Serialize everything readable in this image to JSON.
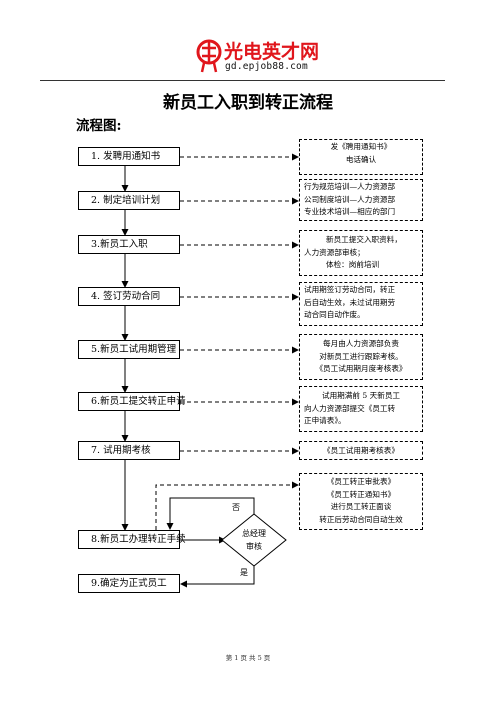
{
  "header": {
    "logo_text": "光电英才网",
    "logo_url": "gd.epjob88.com"
  },
  "document": {
    "title": "新员工入职到转正流程",
    "section_label": "流程图:"
  },
  "flowchart": {
    "steps": [
      {
        "label": "1. 发聘用通知书"
      },
      {
        "label": "2. 制定培训计划"
      },
      {
        "label": "3.新员工入职"
      },
      {
        "label": "4. 签订劳动合同"
      },
      {
        "label": "5.新员工试用期管理"
      },
      {
        "label": "6.新员工提交转正申请"
      },
      {
        "label": "7. 试用期考核"
      },
      {
        "label": "8.新员工办理转正手续"
      },
      {
        "label": "9.确定为正式员工"
      }
    ],
    "notes": [
      {
        "lines": [
          "发《聘用通知书》",
          "电话确认"
        ]
      },
      {
        "lines": [
          "行为规范培训—人力资源部",
          "公司制度培训—人力资源部",
          "专业技术培训—相应的部门"
        ]
      },
      {
        "lines": [
          "新员工提交入职资料，",
          "人力资源部审核；",
          "体检：岗前培训"
        ]
      },
      {
        "lines": [
          "试用期签订劳动合同，转正",
          "后自动生效，未过试用期劳",
          "动合同自动作废。"
        ]
      },
      {
        "lines": [
          "每月由人力资源部负责",
          "对新员工进行跟踪考核。",
          "《员工试用期月度考核表》"
        ]
      },
      {
        "lines": [
          "试用期满前 5 天新员工",
          "向人力资源部提交《员工转",
          "正申请表》。"
        ]
      },
      {
        "lines": [
          "《员工试用期考核表》"
        ]
      },
      {
        "lines": [
          "《员工转正审批表》",
          "《员工转正通知书》",
          "进行员工转正面谈",
          "转正后劳动合同自动生效"
        ]
      }
    ],
    "decision": {
      "lines": [
        "总经理",
        "审核"
      ],
      "no_label": "否",
      "yes_label": "是"
    }
  },
  "footer": {
    "page_info": "第 1 页 共 5 页"
  }
}
